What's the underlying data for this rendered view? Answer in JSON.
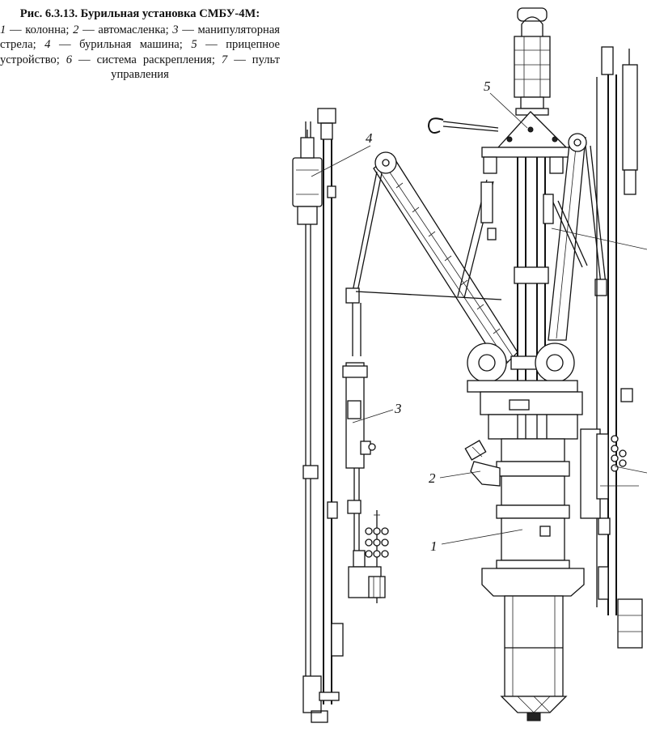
{
  "caption": {
    "title": "Рис. 6.3.13. Бурильная установка СМБУ-4М:",
    "legend": [
      {
        "num": "1",
        "text": "колонна"
      },
      {
        "num": "2",
        "text": "автомасленка"
      },
      {
        "num": "3",
        "text": "манипуляторная стрела"
      },
      {
        "num": "4",
        "text": "бурильная машина"
      },
      {
        "num": "5",
        "text": "прицепное устройство"
      },
      {
        "num": "6",
        "text": "система раскрепления"
      },
      {
        "num": "7",
        "text": "пульт управления"
      }
    ]
  },
  "labels": {
    "l1": "1",
    "l2": "2",
    "l3": "3",
    "l4": "4",
    "l5": "5"
  }
}
